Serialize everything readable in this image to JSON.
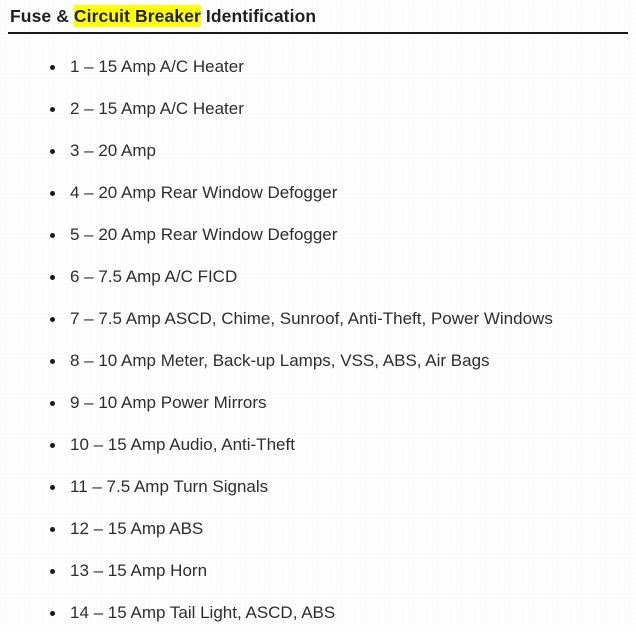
{
  "document": {
    "title_before_highlight": "Fuse & ",
    "title_highlight": "Circuit Breaker",
    "title_after_highlight": " Identification",
    "highlight_color": "#ffff00",
    "text_color": "#2d2d2d",
    "background_color": "#ffffff",
    "rule_color": "#1a1a1a"
  },
  "fuse_list": {
    "bullet_glyph": "•",
    "items": [
      {
        "number": "1",
        "text": "1 – 15 Amp A/C Heater"
      },
      {
        "number": "2",
        "text": "2 – 15 Amp A/C Heater"
      },
      {
        "number": "3",
        "text": "3 – 20 Amp"
      },
      {
        "number": "4",
        "text": "4 – 20 Amp Rear Window Defogger"
      },
      {
        "number": "5",
        "text": "5 – 20 Amp Rear Window Defogger"
      },
      {
        "number": "6",
        "text": "6 – 7.5 Amp A/C FICD"
      },
      {
        "number": "7",
        "text": "7 – 7.5 Amp ASCD, Chime, Sunroof, Anti-Theft, Power Windows"
      },
      {
        "number": "8",
        "text": "8 – 10 Amp Meter, Back-up Lamps, VSS, ABS, Air Bags"
      },
      {
        "number": "9",
        "text": "9 – 10 Amp Power Mirrors"
      },
      {
        "number": "10",
        "text": "10 – 15 Amp Audio, Anti-Theft"
      },
      {
        "number": "11",
        "text": "11 – 7.5 Amp Turn Signals"
      },
      {
        "number": "12",
        "text": "12 – 15 Amp ABS"
      },
      {
        "number": "13",
        "text": "13 – 15 Amp Horn"
      },
      {
        "number": "14",
        "text": "14 – 15 Amp Tail Light, ASCD, ABS"
      }
    ]
  }
}
